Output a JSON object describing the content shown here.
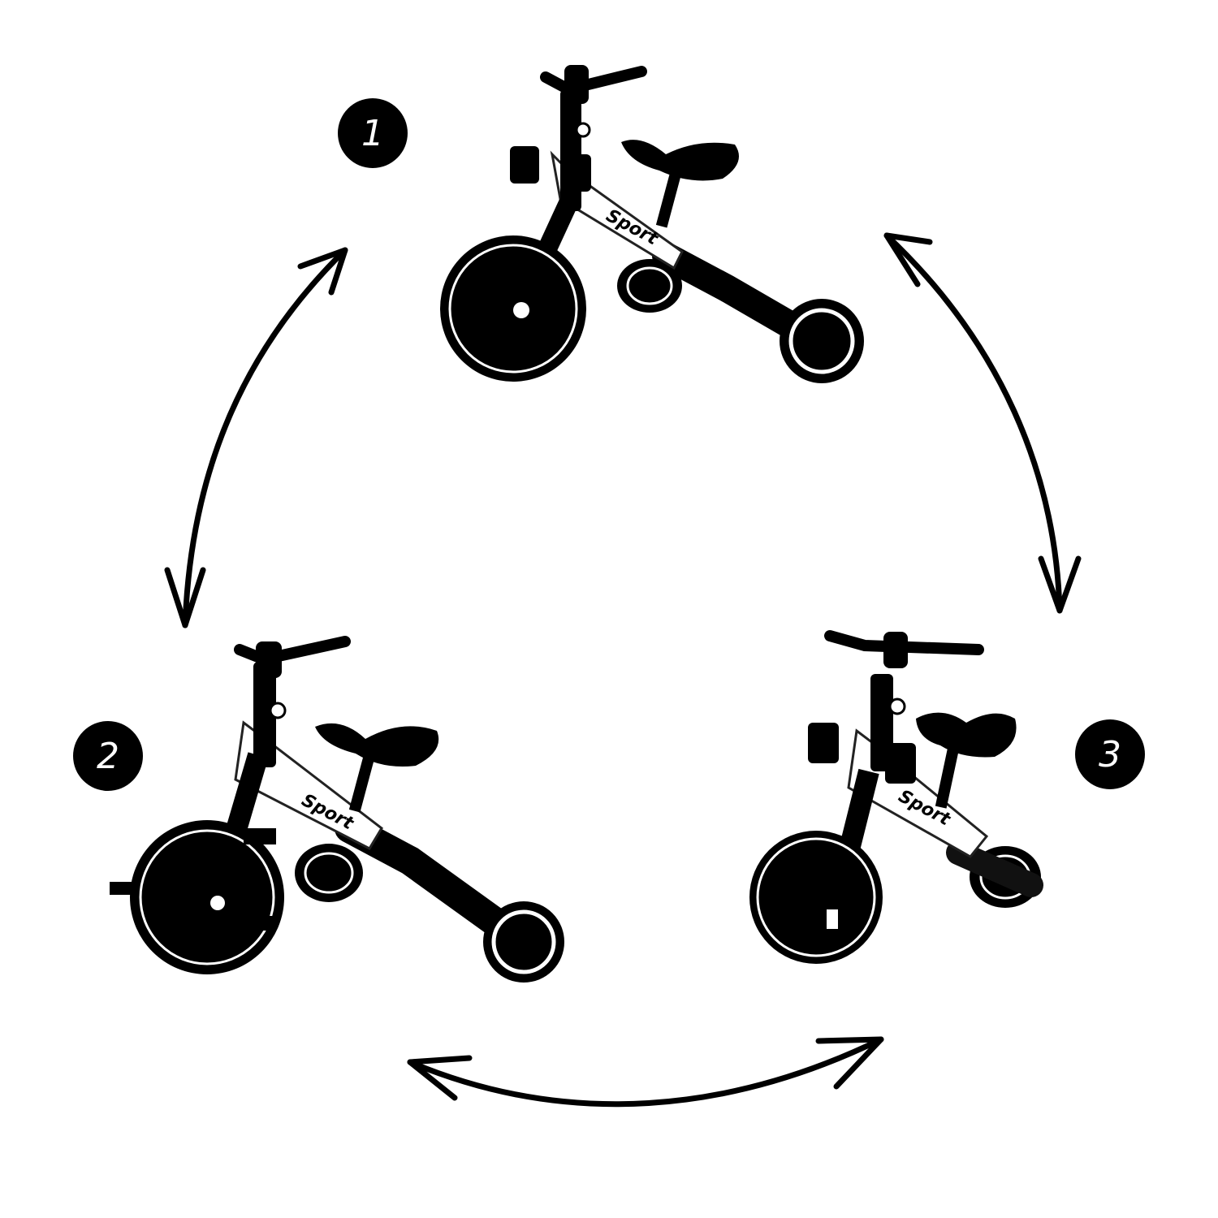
{
  "steps": [
    {
      "number": "1"
    },
    {
      "number": "2"
    },
    {
      "number": "3"
    }
  ],
  "brand": {
    "text": "Sport"
  },
  "colors": {
    "frame": "#ffffff",
    "parts": "#000000",
    "accent": "#f08a1c",
    "badge": "#000000"
  }
}
